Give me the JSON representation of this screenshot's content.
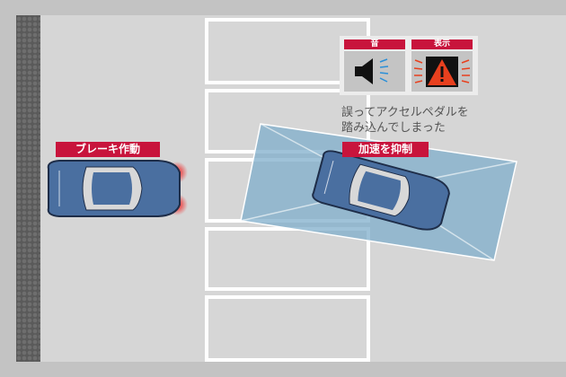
{
  "labels": {
    "brake": "ブレーキ作動",
    "suppress": "加速を抑制",
    "sound": "音",
    "display": "表示",
    "warning_line1": "誤ってアクセルペダルを",
    "warning_line2": "踏み込んでしまった"
  },
  "icons": [
    "speaker-icon",
    "warning-triangle-icon"
  ],
  "colors": {
    "accent": "#c8143c",
    "car": "#4a6fa0",
    "sensor": "#7faecb",
    "brake_light": "#e8222a"
  }
}
